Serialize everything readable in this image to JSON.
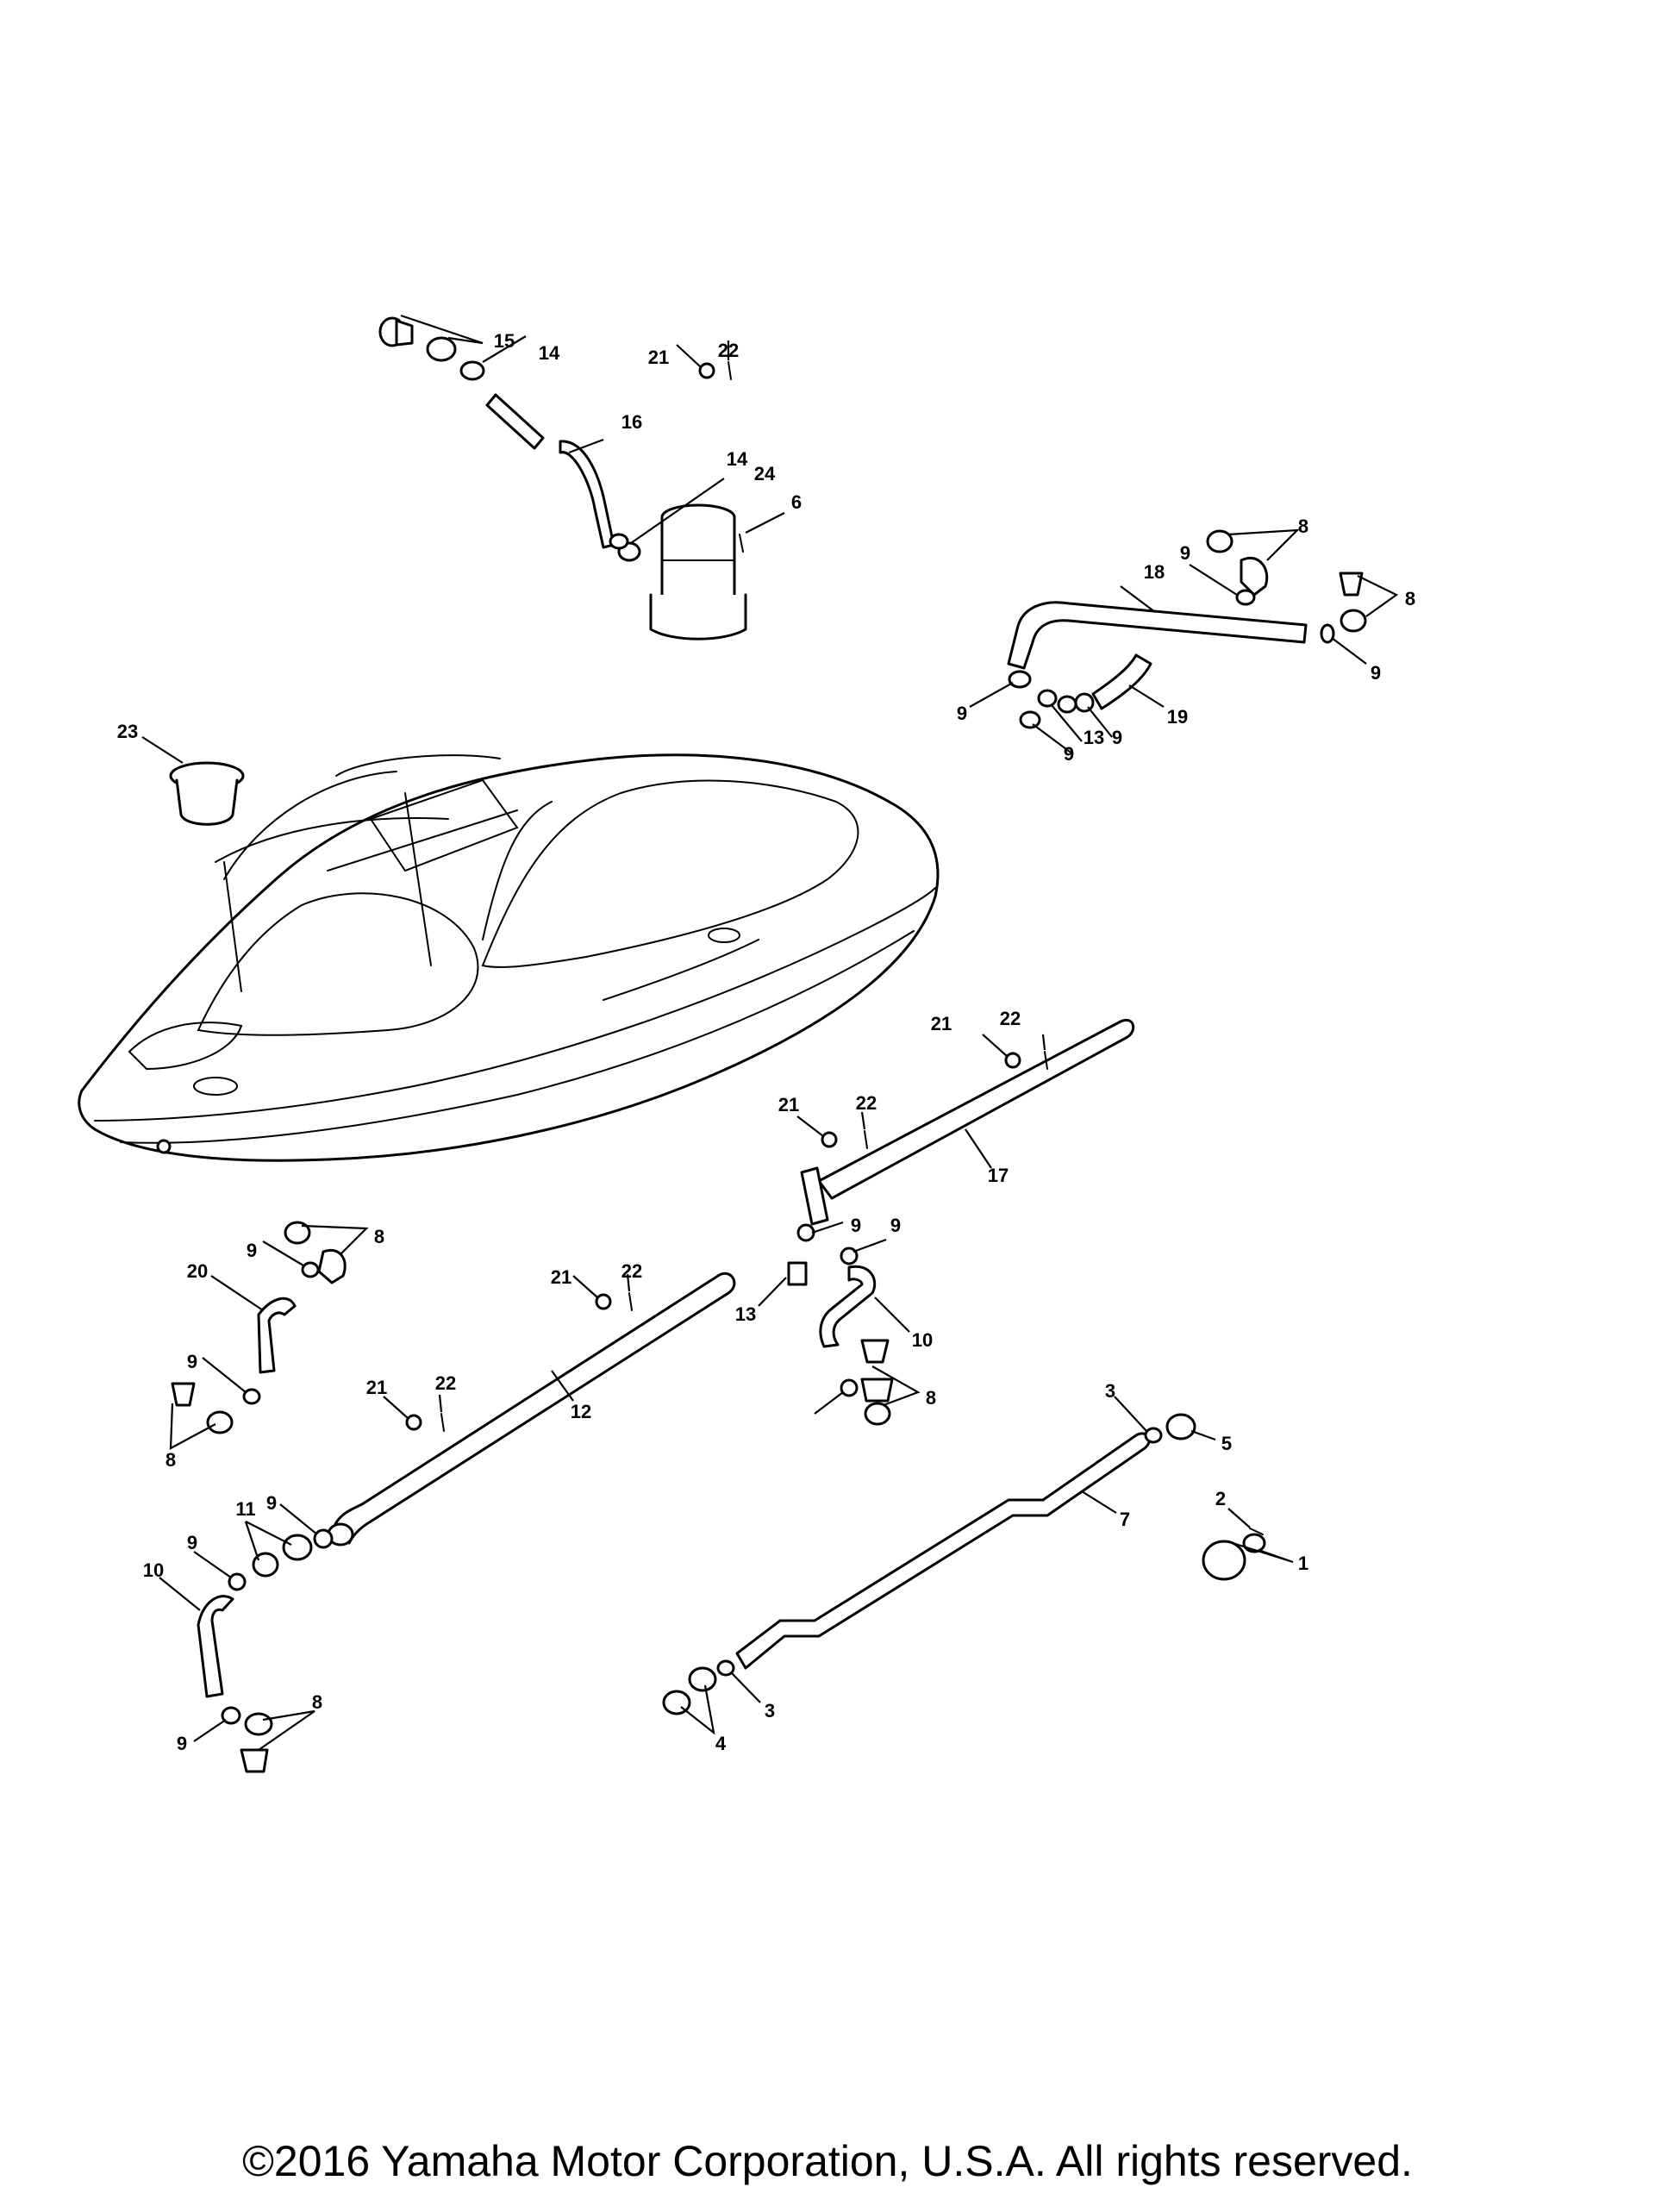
{
  "diagram": {
    "callouts": [
      "15",
      "14",
      "16",
      "21",
      "22",
      "14",
      "24",
      "6",
      "8",
      "9",
      "8",
      "18",
      "9",
      "9",
      "13",
      "9",
      "9",
      "19",
      "23",
      "21",
      "22",
      "21",
      "22",
      "17",
      "9",
      "8",
      "20",
      "9",
      "9",
      "13",
      "10",
      "21",
      "22",
      "21",
      "22",
      "12",
      "9",
      "8",
      "8",
      "3",
      "5",
      "11",
      "9",
      "9",
      "7",
      "2",
      "1",
      "10",
      "8",
      "9",
      "3",
      "4"
    ]
  },
  "footer": {
    "copyright": "©2016 Yamaha Motor Corporation, U.S.A. All rights reserved."
  },
  "colors": {
    "line": "#000000",
    "background": "#ffffff"
  }
}
